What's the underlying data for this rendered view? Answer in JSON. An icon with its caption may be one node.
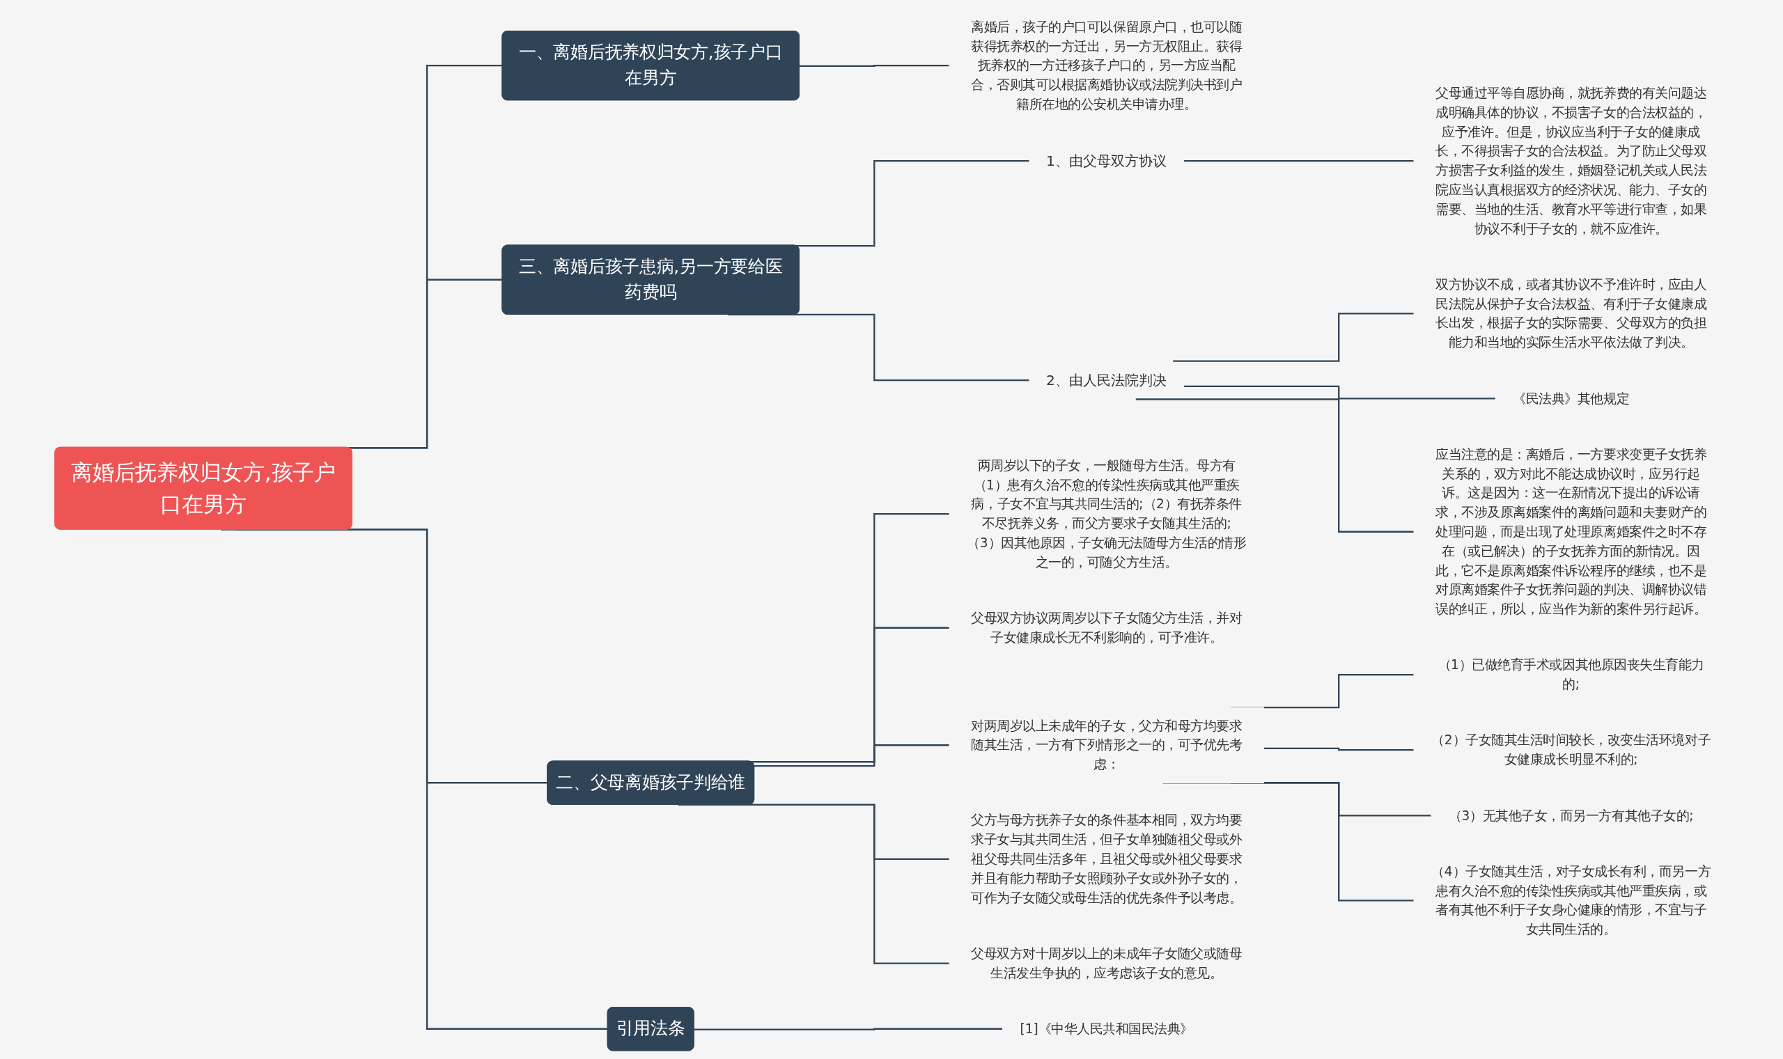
{
  "diagram": {
    "nodes": [
      {
        "text": [
          "离婚后抚养权归女方,孩子户口在男方"
        ]
      },
      {
        "text": [
          "一、离婚后抚养权归女方,孩子户口在男方"
        ]
      },
      {
        "text": [
          "离婚后，孩子的户口可以保留原户口，也可以随获得抚养权的一方迁出，另一方无权阻止。获得抚养权的一方迁移孩子户口的，另一方应当配合，否则其可以根据离婚协议或法院判决书到户籍所在地的公安机关申请办理。"
        ]
      },
      {
        "text": [
          "三、离婚后孩子患病,另一方要给医药费吗"
        ]
      },
      {
        "text": [
          "1、由父母双方协议"
        ]
      },
      {
        "text": [
          "父母通过平等自愿协商，就抚养费的有关问题达成明确具体的协议，不损害子女的合法权益的，应予准许。但是，协议应当利于子女的健康成长，不得损害子女的合法权益。为了防止父母双方损害子女利益的发生，婚姻登记机关或人民法院应当认真根据双方的经济状况、能力、子女的需要、当地的生活、教育水平等进行审查，如果协议不利于子女的，就不应准许。"
        ]
      },
      {
        "text": [
          "2、由人民法院判决"
        ]
      },
      {
        "text": [
          "双方协议不成，或者其协议不予准许时，应由人民法院从保护子女合法权益、有利于子女健康成长出发，根据子女的实际需要、父母双方的负担能力和当地的实际生活水平依法做了判决。"
        ]
      },
      {
        "text": [
          "《民法典》其他规定"
        ]
      },
      {
        "text": [
          "应当注意的是：离婚后，一方要求变更子女抚养关系的，双方对此不能达成协议时，应另行起诉。这是因为：这一在新情况下提出的诉讼请求，不涉及原离婚案件的离婚问题和夫妻财产的处理问题，而是出现了处理原离婚案件之时不存在（或已解决）的子女抚养方面的新情况。因此，它不是原离婚案件诉讼程序的继续，也不是对原离婚案件子女抚养问题的判决、调解协议错误的纠正，所以，应当作为新的案件另行起诉。"
        ]
      },
      {
        "text": [
          "二、父母离婚孩子判给谁"
        ]
      },
      {
        "text": [
          "两周岁以下的子女，一般随母方生活。母方有（1）患有久治不愈的传染性疾病或其他严重疾病，子女不宜与其共同生活的;（2）有抚养条件不尽抚养义务，而父方要求子女随其生活的;（3）因其他原因，子女确无法随母方生活的情形之一的，可随父方生活。"
        ]
      },
      {
        "text": [
          "父母双方协议两周岁以下子女随父方生活，并对子女健康成长无不利影响的，可予准许。"
        ]
      },
      {
        "text": [
          "对两周岁以上未成年的子女，父方和母方均要求随其生活，一方有下列情形之一的，可予优先考虑："
        ]
      },
      {
        "text": [
          "（1）已做绝育手术或因其他原因丧失生育能力的;"
        ]
      },
      {
        "text": [
          "（2）子女随其生活时间较长，改变生活环境对子女健康成长明显不利的;"
        ]
      },
      {
        "text": [
          "（3）无其他子女，而另一方有其他子女的;"
        ]
      },
      {
        "text": [
          "（4）子女随其生活，对子女成长有利，而另一方患有久治不愈的传染性疾病或其他严重疾病，或者有其他不利于子女身心健康的情形，不宜与子女共同生活的。"
        ]
      },
      {
        "text": [
          "父方与母方抚养子女的条件基本相同，双方均要求子女与其共同生活，但子女单独随祖父母或外祖父母共同生活多年，且祖父母或外祖父母要求并且有能力帮助子女照顾孙子女或外孙子女的，可作为子女随父或母生活的优先条件予以考虑。"
        ]
      },
      {
        "text": [
          "父母双方对十周岁以上的未成年子女随父或随母生活发生争执的，应考虑该子女的意见。"
        ]
      },
      {
        "text": [
          "引用法条"
        ]
      },
      {
        "text": [
          "[1]《中华人民共和国民法典》"
        ]
      }
    ],
    "edges": [
      {
        "from": 0,
        "to": 1,
        "arrow": "none"
      },
      {
        "from": 1,
        "to": 2,
        "arrow": "none"
      },
      {
        "from": 0,
        "to": 3,
        "arrow": "none"
      },
      {
        "from": 3,
        "to": 4,
        "arrow": "none"
      },
      {
        "from": 4,
        "to": 5,
        "arrow": "none"
      },
      {
        "from": 3,
        "to": 6,
        "arrow": "none"
      },
      {
        "from": 6,
        "to": 7,
        "arrow": "none"
      },
      {
        "from": 6,
        "to": 8,
        "arrow": "none"
      },
      {
        "from": 6,
        "to": 9,
        "arrow": "none"
      },
      {
        "from": 0,
        "to": 10,
        "arrow": "none"
      },
      {
        "from": 10,
        "to": 11,
        "arrow": "none"
      },
      {
        "from": 10,
        "to": 12,
        "arrow": "none"
      },
      {
        "from": 10,
        "to": 13,
        "arrow": "none"
      },
      {
        "from": 13,
        "to": 14,
        "arrow": "none"
      },
      {
        "from": 13,
        "to": 15,
        "arrow": "none"
      },
      {
        "from": 13,
        "to": 16,
        "arrow": "none"
      },
      {
        "from": 13,
        "to": 17,
        "arrow": "none"
      },
      {
        "from": 10,
        "to": 18,
        "arrow": "none"
      },
      {
        "from": 10,
        "to": 19,
        "arrow": "none"
      },
      {
        "from": 0,
        "to": 20,
        "arrow": "none"
      },
      {
        "from": 20,
        "to": 21,
        "arrow": "none"
      }
    ]
  }
}
